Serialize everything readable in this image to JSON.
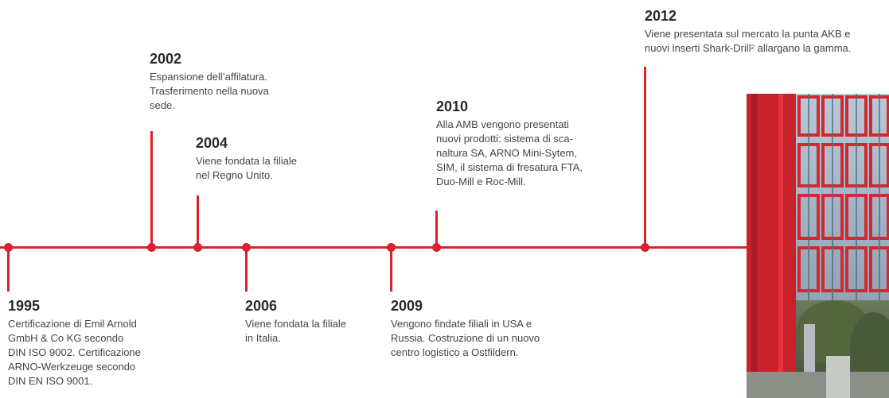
{
  "events": [
    {
      "year": "1995",
      "text": "Certificazione di Emil Arnold\nGmbH & Co KG secondo\nDIN ISO 9002. Certificazione\nARNO-Werkzeuge secondo\nDIN EN ISO 9001."
    },
    {
      "year": "2002",
      "text": "Espansione dell’affilatura.\nTrasferimento nella nuova\nsede."
    },
    {
      "year": "2004",
      "text": "Viene fondata la filiale\nnel Regno Unito."
    },
    {
      "year": "2006",
      "text": "Viene fondata la filiale\nin Italia."
    },
    {
      "year": "2009",
      "text": "Vengono findate filiali in USA e\nRussia. Costruzione di un nuovo\ncentro logistico a Ostfildern."
    },
    {
      "year": "2010",
      "text": "Alla AMB vengono presentati\nnuovi prodotti: sistema di sca-\nnaltura SA, ARNO Mini-Sytem,\nSIM, il sistema di fresatura FTA,\nDuo-Mill e Roc-Mill."
    },
    {
      "year": "2012",
      "text": "Viene presentata sul mercato la punta AKB e\nnuovi inserti Shark-Drill² allargano la gamma."
    }
  ],
  "colors": {
    "accent": "#d8232a"
  },
  "image": {
    "subject": "red-framed office building"
  }
}
